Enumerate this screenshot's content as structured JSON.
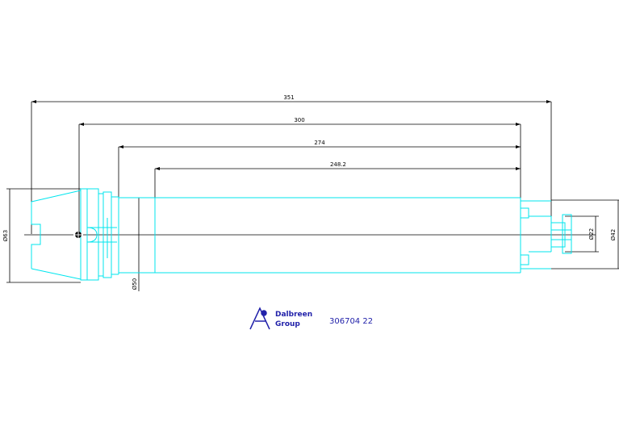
{
  "dimensions": {
    "length_351": "351",
    "length_300": "300",
    "length_274": "274",
    "length_248": "248.2",
    "dia_left": "Ø63",
    "dia_body": "Ø50",
    "dia_end": "Ø42",
    "dia_small": "Ø22"
  },
  "brand": {
    "line1": "Dalbreen",
    "line2": "Group"
  },
  "part_number": "306704 22",
  "colors": {
    "outline": "#00e5ee",
    "dimension": "#000000",
    "logo": "#2222aa"
  }
}
